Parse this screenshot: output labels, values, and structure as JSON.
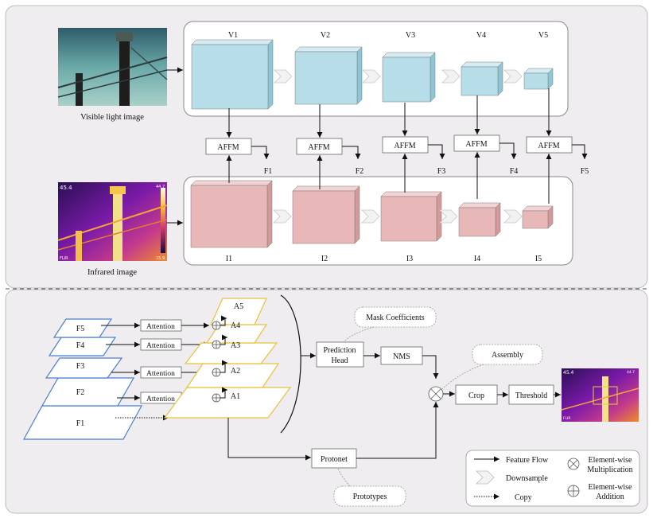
{
  "top": {
    "visible_caption": "Visible light image",
    "infrared_caption": "Infrared image",
    "infrared_temp_top": "45.4",
    "infrared_scale_top": "44.7",
    "infrared_scale_bottom": "15.9",
    "infrared_brand": "FLIR",
    "v_labels": [
      "V1",
      "V2",
      "V3",
      "V4",
      "V5"
    ],
    "i_labels": [
      "I1",
      "I2",
      "I3",
      "I4",
      "I5"
    ],
    "affm_label": "AFFM",
    "f_labels": [
      "F1",
      "F2",
      "F3",
      "F4",
      "F5"
    ]
  },
  "bottom": {
    "pyramid_labels": [
      "F5",
      "F4",
      "F3",
      "F2",
      "F1"
    ],
    "attention_label": "Attention",
    "a_labels": [
      "A5",
      "A4",
      "A3",
      "A2",
      "A1"
    ],
    "prediction_head": [
      "Prediction",
      "Head"
    ],
    "nms": "NMS",
    "mask_coefficients": "Mask Coefficients",
    "assembly": "Assembly",
    "crop": "Crop",
    "threshold": "Threshold",
    "protonet": "Protonet",
    "prototypes": "Prototypes",
    "output_temp": "45.4",
    "output_scale": "44.7",
    "output_brand": "FLIR"
  },
  "legend": {
    "feature_flow": "Feature Flow",
    "downsample": "Downsample",
    "copy": "Copy",
    "element_wise_multiplication": [
      "Element-wise",
      "Multiplication"
    ],
    "element_wise_addition": [
      "Element-wise",
      "Addition"
    ]
  },
  "colors": {
    "panel_bg": "#efedf0",
    "blue_cube_front": "#b7dde8",
    "blue_cube_top": "#d5ecf3",
    "blue_cube_side": "#8ec6d6",
    "pink_cube_front": "#e8b7b7",
    "pink_cube_top": "#f3d4d4",
    "pink_cube_side": "#d49a9a",
    "pyramid_blue": "#4a7fd0",
    "pyramid_yellow": "#e8c23a"
  }
}
